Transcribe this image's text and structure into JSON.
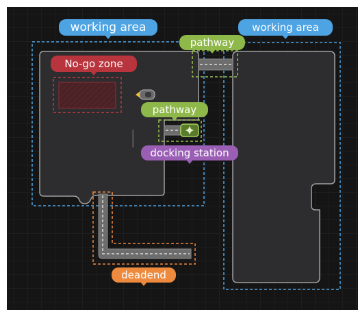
{
  "labels": {
    "working_area_left": "working area",
    "working_area_right": "working area",
    "no_go_zone": "No-go zone",
    "pathway_top": "pathway",
    "pathway_middle": "pathway",
    "docking_station": "docking station",
    "deadend": "deadend"
  },
  "colors": {
    "background": "#141414",
    "grid": "#262626",
    "area_fill": "#2b2b2d",
    "area_stroke": "#9a9a9a",
    "working_area": "#4ea3e3",
    "no_go_zone": "#b8353d",
    "pathway": "#8fb84a",
    "docking_station": "#9a5fb5",
    "deadend": "#ee8a3e",
    "path_surface": "#6d6d6d"
  },
  "icons": {
    "mower": "robot-mower-icon",
    "dock": "sparkle-icon"
  }
}
